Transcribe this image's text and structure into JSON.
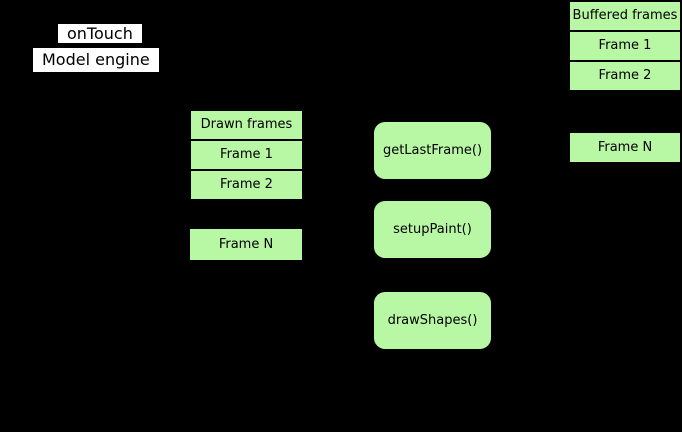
{
  "diagram": {
    "labels": {
      "ontouch": "onTouch",
      "model_engine": "Model engine"
    },
    "drawn_frames": {
      "header": "Drawn frames",
      "frame1": "Frame 1",
      "frame2": "Frame 2",
      "frame_n": "Frame N"
    },
    "buffered_frames": {
      "header": "Buffered frames",
      "frame1": "Frame 1",
      "frame2": "Frame 2",
      "frame_n": "Frame N"
    },
    "methods": {
      "get_last_frame": "getLastFrame()",
      "setup_paint": "setupPaint()",
      "draw_shapes": "drawShapes()"
    },
    "colors": {
      "background": "#000000",
      "node_fill": "#b8f7a3",
      "node_divider": "#000000",
      "node_text": "#000000",
      "label_bg": "#ffffff",
      "label_text": "#000000"
    }
  }
}
